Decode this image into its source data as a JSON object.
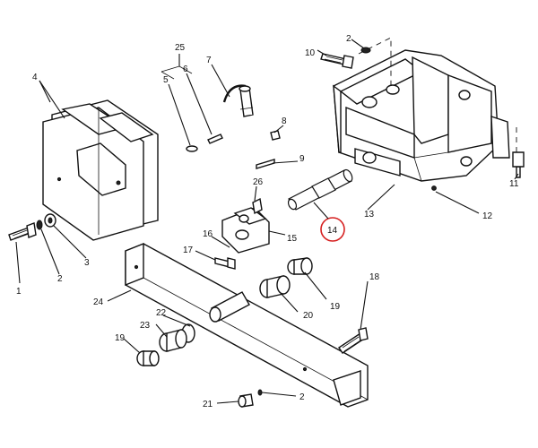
{
  "highlight_color": "#f4e04d",
  "highlight_circle_color": "#d62020",
  "labels": {
    "l25": "25",
    "l5": "5",
    "l6": "6",
    "l7": "7",
    "l4": "4",
    "l1": "1",
    "l2a": "2",
    "l3": "3",
    "l2top": "2",
    "l10": "10",
    "l8": "8",
    "l9": "9",
    "l26": "26",
    "l15": "15",
    "l16": "16",
    "l17": "17",
    "l14": "14",
    "l13": "13",
    "l12": "12",
    "l11": "11",
    "l24": "24",
    "l22": "22",
    "l23": "23",
    "l19a": "19",
    "l20": "20",
    "l19b": "19",
    "l18": "18",
    "l21": "21",
    "l2b": "2"
  }
}
